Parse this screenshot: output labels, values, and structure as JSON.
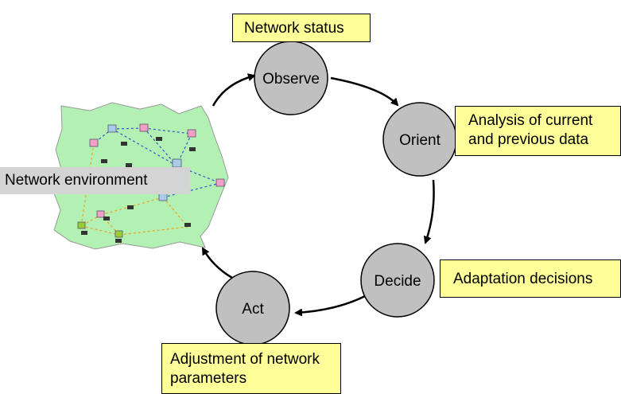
{
  "stages": {
    "observe": "Observe",
    "orient": "Orient",
    "decide": "Decide",
    "act": "Act"
  },
  "annotations": {
    "observe": "Network status",
    "orient_line1": "Analysis of current",
    "orient_line2": "and previous data",
    "decide": "Adaptation decisions",
    "act_line1": "Adjustment of network",
    "act_line2": "parameters"
  },
  "environment": {
    "label": "Network environment"
  },
  "colors": {
    "node_fill": "#c0c0c0",
    "annotation_fill": "#ffff99",
    "environment_fill": "#b3f0b3",
    "environment_label_fill": "#d4d4d4",
    "link_blue": "#3355cc",
    "link_orange": "#f0a020"
  }
}
